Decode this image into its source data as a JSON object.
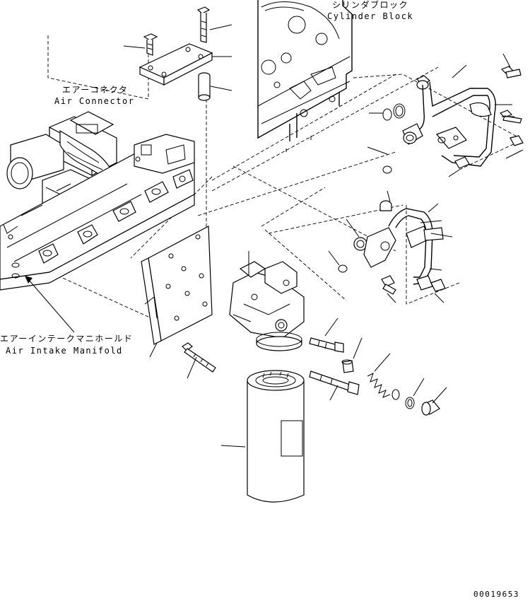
{
  "labels": {
    "air_connector_jp": "エアーコネクタ",
    "air_connector_en": "Air Connector",
    "cylinder_block_jp": "シリンダブロック",
    "cylinder_block_en": "Cylinder Block",
    "air_intake_manifold_jp": "エアーインテークマニホールド",
    "air_intake_manifold_en": "Air Intake Manifold"
  },
  "drawing_number": "00019653",
  "colors": {
    "line": "#000000",
    "background": "#ffffff"
  }
}
